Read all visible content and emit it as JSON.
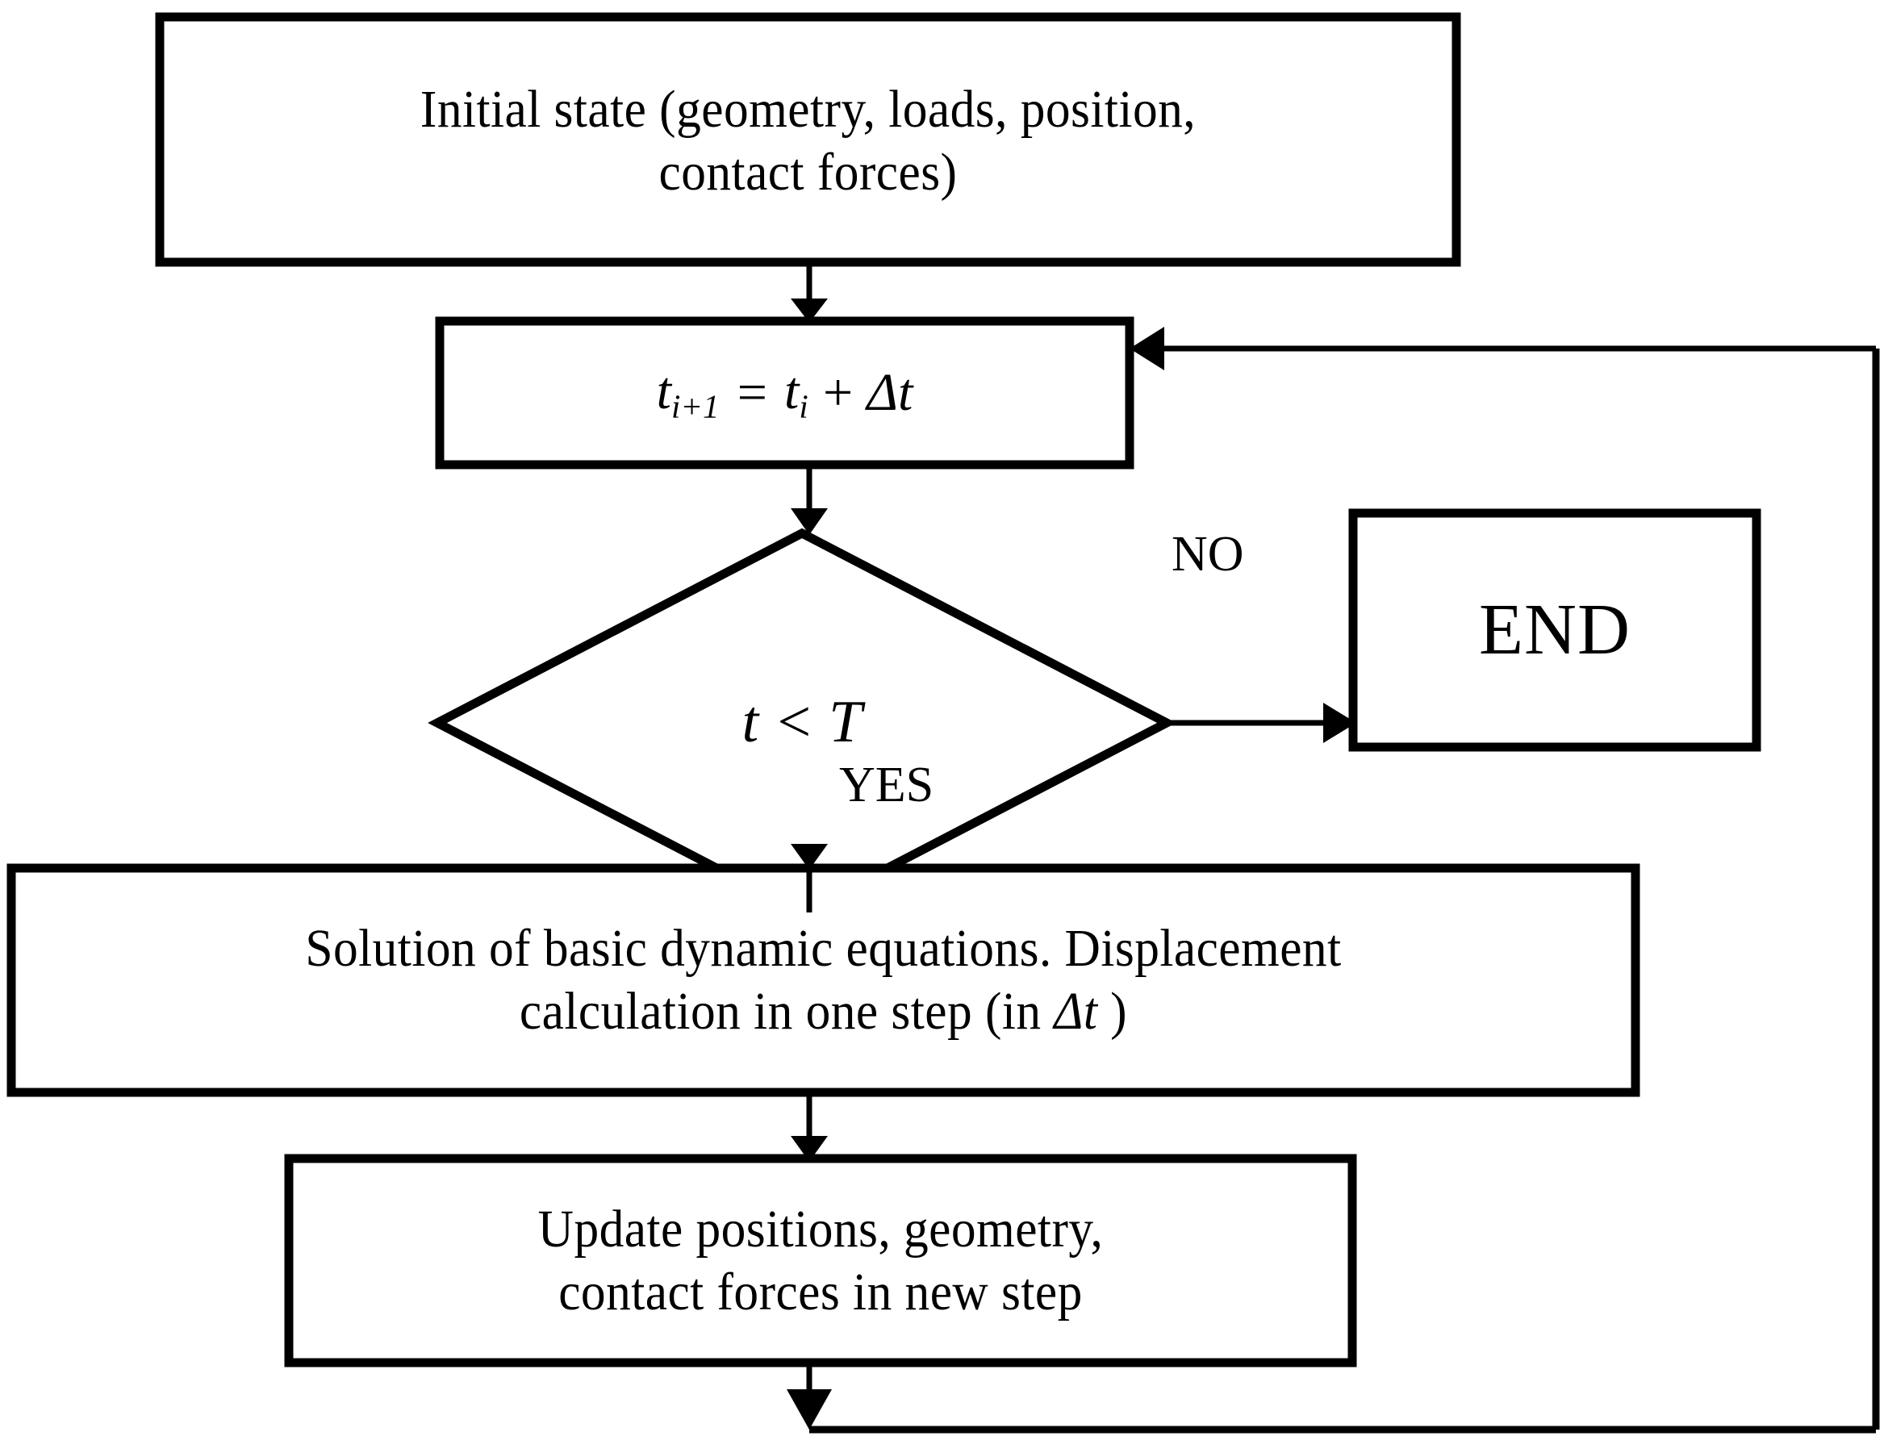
{
  "diagram": {
    "title": "Explicit time-integration simulation loop flowchart",
    "type": "flowchart",
    "colors": {
      "background": "#ffffff",
      "stroke": "#000000",
      "fill": "#ffffff",
      "text": "#000000"
    },
    "nodes": [
      {
        "id": "initial-state",
        "shape": "process",
        "text": "Initial state (geometry, loads, position,\ncontact forces)"
      },
      {
        "id": "time-increment",
        "shape": "process",
        "text": "tᵢ₊₁ = tᵢ + Δt",
        "parts": {
          "lhs": "t",
          "lhs_sub": "i+1",
          "op": "=",
          "rhs": "t",
          "rhs_sub": "i",
          "plus": "+",
          "delta": "Δt"
        }
      },
      {
        "id": "time-check",
        "shape": "decision",
        "text": "t < T"
      },
      {
        "id": "end",
        "shape": "process",
        "text": "END"
      },
      {
        "id": "solve-dynamics",
        "shape": "process",
        "text": "Solution of basic dynamic equations. Displacement\ncalculation in one step (in Δt )"
      },
      {
        "id": "update-state",
        "shape": "process",
        "text": "Update positions, geometry,\ncontact forces in new step"
      }
    ],
    "edge_labels": {
      "no": "NO",
      "yes": "YES"
    },
    "edges": [
      {
        "from": "initial-state",
        "to": "time-increment",
        "label": ""
      },
      {
        "from": "time-increment",
        "to": "time-check",
        "label": ""
      },
      {
        "from": "time-check",
        "to": "end",
        "label": "NO"
      },
      {
        "from": "time-check",
        "to": "solve-dynamics",
        "label": "YES"
      },
      {
        "from": "solve-dynamics",
        "to": "update-state",
        "label": ""
      },
      {
        "from": "update-state",
        "to": "time-increment",
        "label": ""
      }
    ]
  }
}
